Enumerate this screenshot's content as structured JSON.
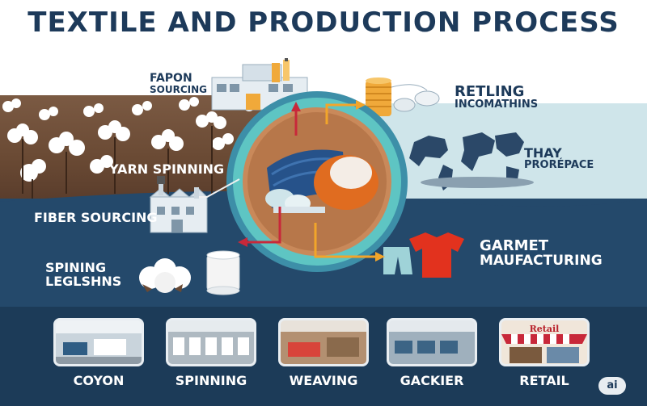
{
  "title": "TEXTILE AND PRODUCTION PROCESS",
  "labels": {
    "fapon": {
      "line1": "FAPON",
      "line2": "SOURCING"
    },
    "retling": {
      "line1": "RETLING",
      "line2": "INCOMATHINS"
    },
    "thay": {
      "line1": "THAY",
      "line2": "PRORÉPACE"
    },
    "yarn_spinning": "YARN SPINNING",
    "fiber_sourcing": "FIBER SOURCING",
    "spinning": {
      "line1": "SPINING",
      "line2": "LEGLSHNS"
    },
    "garmet": {
      "line1": "GARMET",
      "line2": "MAUFACTURING"
    }
  },
  "stages": [
    {
      "caption": "COYON",
      "icon": "factory-interior-photo"
    },
    {
      "caption": "SPINNING",
      "icon": "spinning-machines-photo"
    },
    {
      "caption": "WEAVING",
      "icon": "weaving-workshop-photo"
    },
    {
      "caption": "GACKIER",
      "icon": "garment-factory-photo"
    },
    {
      "caption": "RETAIL",
      "icon": "retail-storefront-photo",
      "sign": "Retail"
    }
  ],
  "badge": "ai",
  "colors": {
    "navy": "#1d3a5a",
    "arrow_red": "#c8283a",
    "arrow_orange": "#f2a52a",
    "ring_teal": "#59c2c0",
    "cotton_soil": "#6a4a34",
    "sky": "#cfe5ea"
  }
}
